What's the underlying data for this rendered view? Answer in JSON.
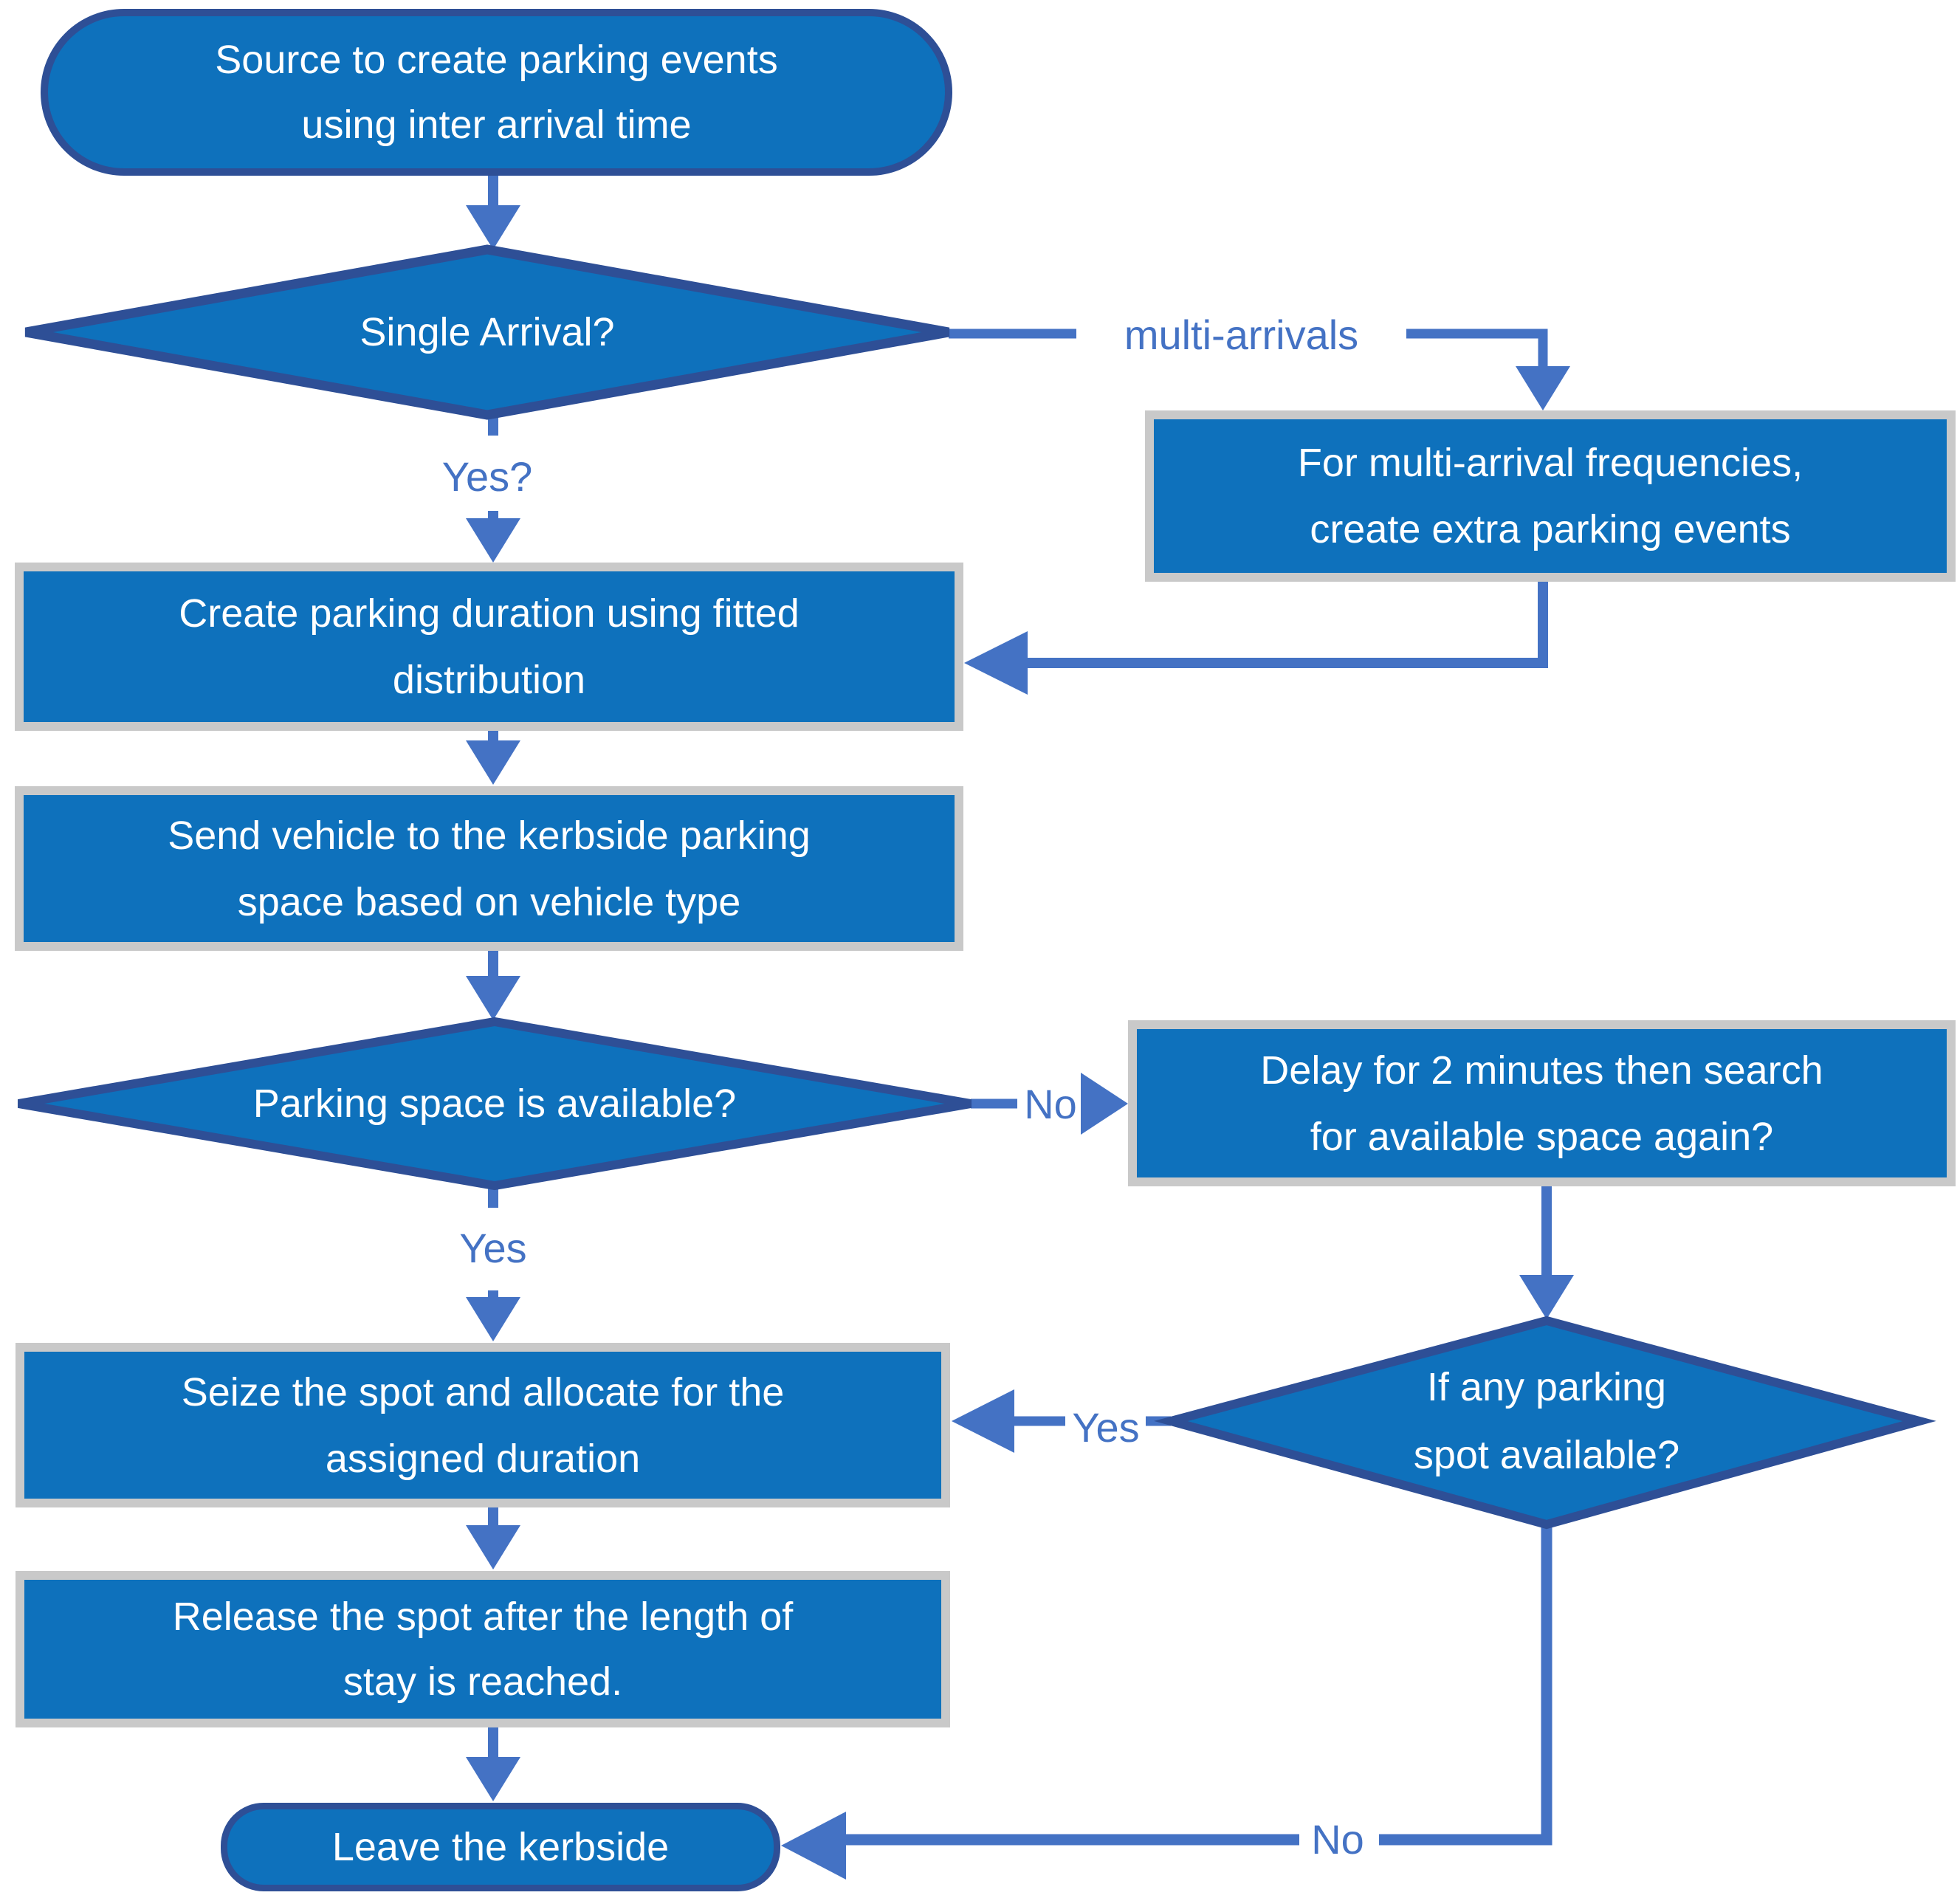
{
  "diagram": {
    "type": "flowchart",
    "nodes": {
      "start": {
        "shape": "terminator",
        "lines": [
          "Source to create parking events",
          "using inter arrival time"
        ]
      },
      "single_arrival": {
        "shape": "decision",
        "lines": [
          "Single Arrival?"
        ]
      },
      "multi_arrival_box": {
        "shape": "process",
        "lines": [
          "For multi-arrival frequencies,",
          "create extra parking events"
        ]
      },
      "create_duration": {
        "shape": "process",
        "lines": [
          "Create parking duration using fitted",
          "distribution"
        ]
      },
      "send_vehicle": {
        "shape": "process",
        "lines": [
          "Send vehicle to the kerbside parking",
          "space based on vehicle type"
        ]
      },
      "space_available": {
        "shape": "decision",
        "lines": [
          "Parking space is available?"
        ]
      },
      "delay_search": {
        "shape": "process",
        "lines": [
          "Delay for 2 minutes then search",
          "for available space again?"
        ]
      },
      "spot_available": {
        "shape": "decision",
        "lines": [
          "If any parking",
          "spot available?"
        ]
      },
      "seize_spot": {
        "shape": "process",
        "lines": [
          "Seize the spot and allocate for the",
          "assigned duration"
        ]
      },
      "release_spot": {
        "shape": "process",
        "lines": [
          "Release the spot after the length of",
          "stay is reached."
        ]
      },
      "leave_kerbside": {
        "shape": "terminator",
        "lines": [
          "Leave the kerbside"
        ]
      }
    },
    "edge_labels": {
      "single_arrival_yes": "Yes?",
      "single_arrival_multi": "multi-arrivals",
      "space_available_no": "No",
      "space_available_yes": "Yes",
      "spot_available_yes": "Yes",
      "spot_available_no": "No"
    },
    "colors": {
      "node_fill": "#0e71bc",
      "terminator_border": "#2e4f96",
      "decision_border": "#2e4f96",
      "process_border": "#c9c9c9",
      "connector": "#4472c4",
      "edge_label_text": "#4472c4",
      "node_text": "#ffffff"
    }
  }
}
